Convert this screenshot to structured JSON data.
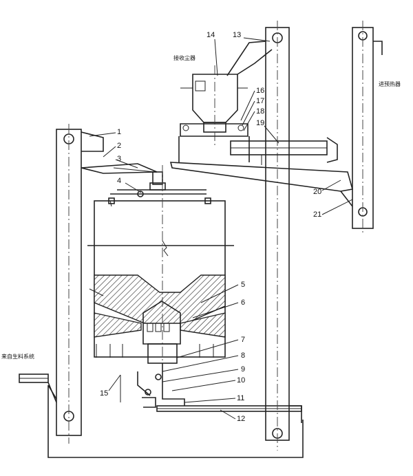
{
  "labels": {
    "dust_collector": "接收尘器",
    "to_preheater": "进预热器",
    "from_raw_material": "来自生料系统"
  },
  "callouts": [
    "1",
    "2",
    "3",
    "4",
    "5",
    "6",
    "7",
    "8",
    "9",
    "10",
    "11",
    "12",
    "13",
    "14",
    "15",
    "16",
    "17",
    "18",
    "19",
    "20",
    "21"
  ]
}
